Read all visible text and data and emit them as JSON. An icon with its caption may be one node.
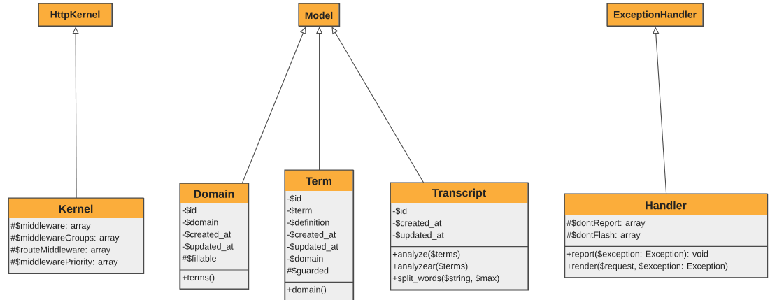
{
  "diagram": {
    "nodes": [
      {
        "text": [
          "HttpKernel"
        ]
      },
      {
        "text": [
          "Model"
        ]
      },
      {
        "text": [
          "ExceptionHandler"
        ]
      },
      {
        "text": [
          "Kernel",
          "#$middleware: array",
          "#$middlewareGroups: array",
          "#$routeMiddleware: array",
          "#$middlewarePriority: array"
        ]
      },
      {
        "text": [
          "Domain",
          "-$id",
          "-$domain",
          "-$created_at",
          "-$updated_at",
          "#$fillable",
          "+terms()"
        ]
      },
      {
        "text": [
          "Term",
          "-$id",
          "-$term",
          "-$definition",
          "-$created_at",
          "-$updated_at",
          "-$domain",
          "#$guarded",
          "+domain()"
        ]
      },
      {
        "text": [
          "Transcript",
          "-$id",
          "-$created_at",
          "-$updated_at",
          "+analyze($terms)",
          "+analyzear($terms)",
          "+split_words($string, $max)"
        ]
      },
      {
        "text": [
          "Handler",
          "#$dontReport: array",
          "#$dontFlash: array",
          "+report($exception: Exception): void",
          "+render($request, $exception: Exception)"
        ]
      }
    ],
    "edges": [
      {
        "from": 3,
        "to": 0,
        "arrow": "to"
      },
      {
        "from": 4,
        "to": 1,
        "arrow": "to"
      },
      {
        "from": 5,
        "to": 1,
        "arrow": "to"
      },
      {
        "from": 6,
        "to": 1,
        "arrow": "to"
      },
      {
        "from": 7,
        "to": 2,
        "arrow": "to"
      }
    ]
  }
}
